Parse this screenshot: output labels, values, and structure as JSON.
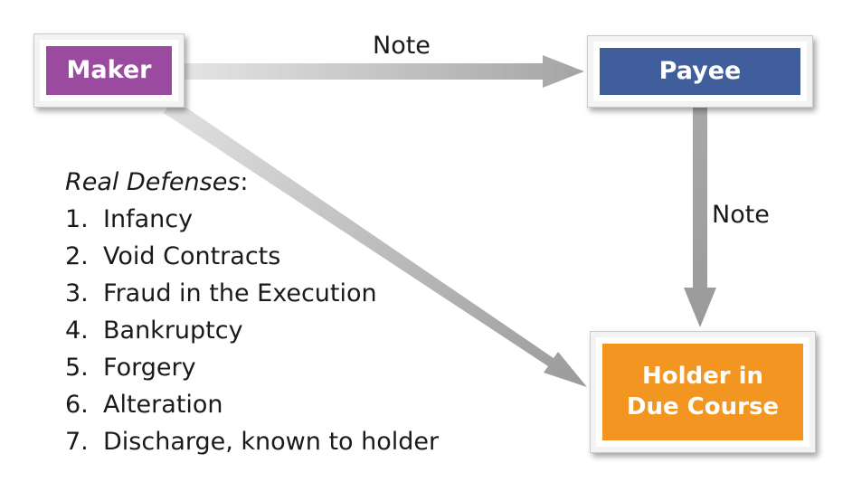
{
  "nodes": {
    "maker": {
      "label": "Maker",
      "color": "#9b4b9f"
    },
    "payee": {
      "label": "Payee",
      "color": "#3f5e9b"
    },
    "holder": {
      "line1": "Holder in",
      "line2": "Due Course",
      "color": "#f39621"
    }
  },
  "edges": {
    "maker_to_payee_label": "Note",
    "payee_to_holder_label": "Note"
  },
  "defenses": {
    "heading": "Real Defenses",
    "heading_suffix": ":",
    "items": [
      {
        "num": "1.",
        "text": "Infancy"
      },
      {
        "num": "2.",
        "text": "Void Contracts"
      },
      {
        "num": "3.",
        "text": "Fraud in the Execution"
      },
      {
        "num": "4.",
        "text": "Bankruptcy"
      },
      {
        "num": "5.",
        "text": "Forgery"
      },
      {
        "num": "6.",
        "text": "Alteration"
      },
      {
        "num": "7.",
        "text": "Discharge, known to holder"
      }
    ]
  },
  "colors": {
    "arrow_light": "#e6e6e6",
    "arrow_dark": "#9a9a9a"
  }
}
